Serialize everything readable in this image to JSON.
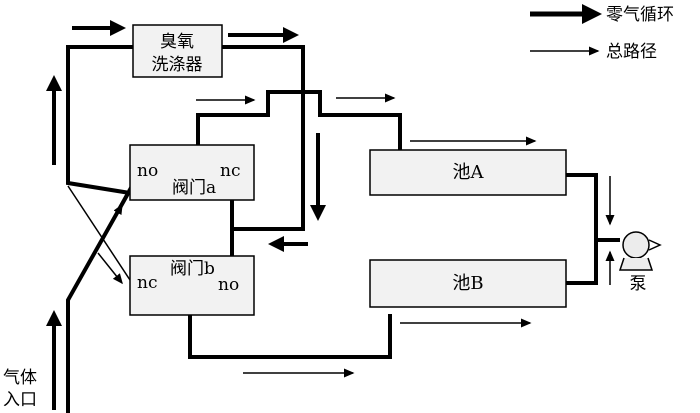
{
  "legend": {
    "zero_gas_cycle": "零气循环",
    "total_path": "总路径"
  },
  "components": {
    "ozone_scrubber_line1": "臭氧",
    "ozone_scrubber_line2": "洗涤器",
    "valve_a": "阀门a",
    "valve_b": "阀门b",
    "pool_a": "池A",
    "pool_b": "池B",
    "pump": "泵"
  },
  "valve_ports": {
    "a_left": "no",
    "a_right": "nc",
    "b_left": "nc",
    "b_right": "no"
  },
  "inlet": {
    "line1": "气体",
    "line2": "入口"
  }
}
